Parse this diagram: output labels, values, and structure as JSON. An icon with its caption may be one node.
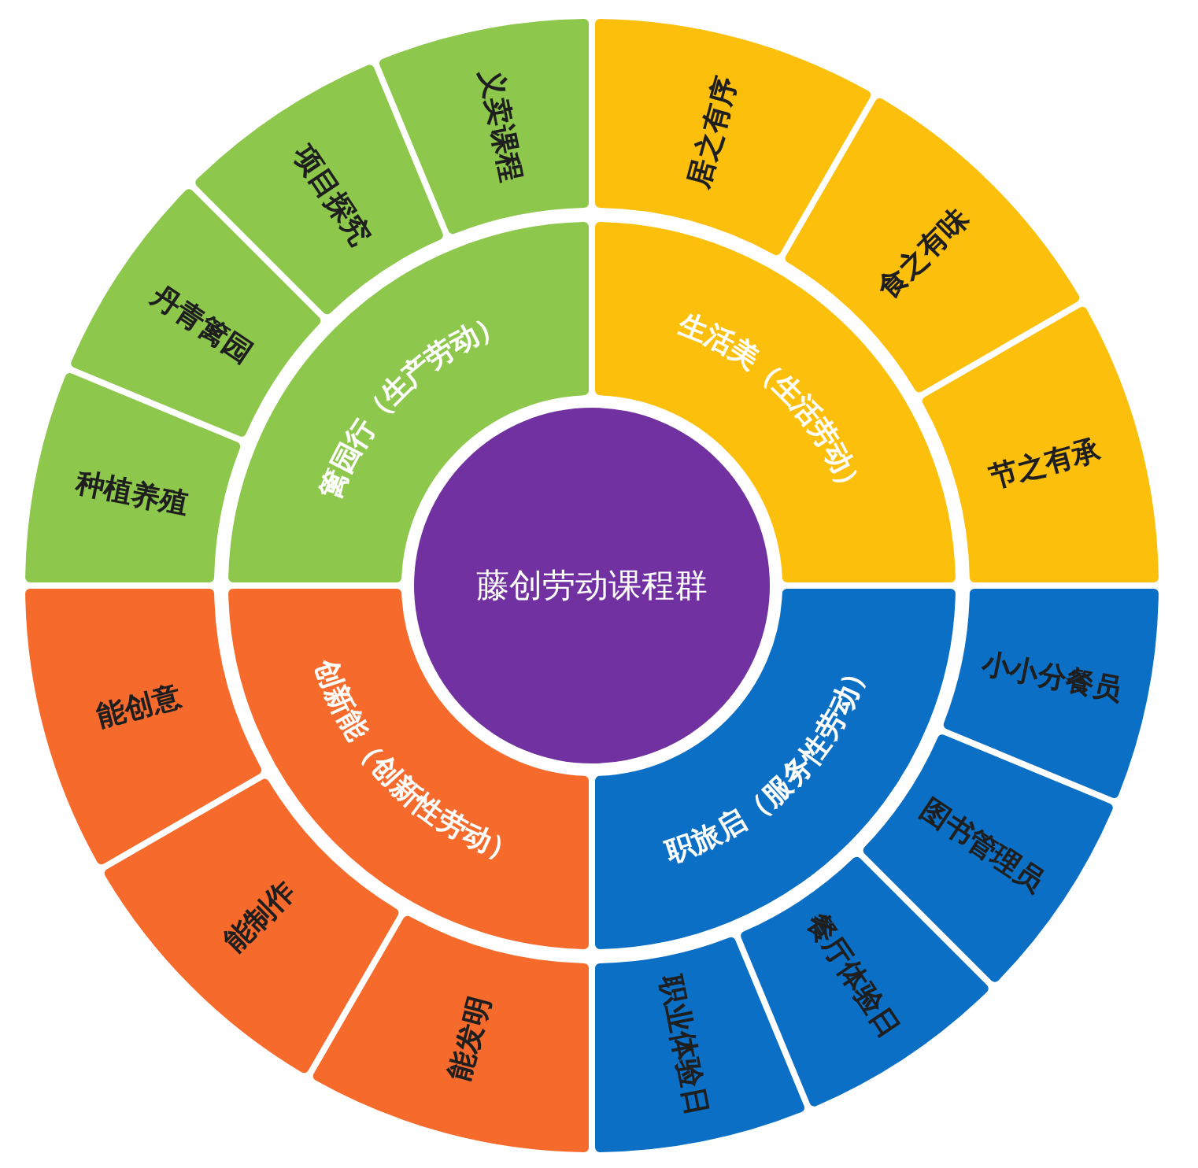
{
  "diagram": {
    "nodes": [
      {
        "text": [
          "藤创劳动课程群"
        ]
      },
      {
        "text": [
          "篱园行（生产劳动）"
        ]
      },
      {
        "text": [
          "生活美（生活劳动）"
        ]
      },
      {
        "text": [
          "职旅启（服务性劳动）"
        ]
      },
      {
        "text": [
          "创新能（创新性劳动）"
        ]
      },
      {
        "text": [
          "种植养殖"
        ]
      },
      {
        "text": [
          "丹青篱园"
        ]
      },
      {
        "text": [
          "项目探究"
        ]
      },
      {
        "text": [
          "义卖课程"
        ]
      },
      {
        "text": [
          "居之有序"
        ]
      },
      {
        "text": [
          "食之有味"
        ]
      },
      {
        "text": [
          "节之有承"
        ]
      },
      {
        "text": [
          "小小分餐员"
        ]
      },
      {
        "text": [
          "图书管理员"
        ]
      },
      {
        "text": [
          "餐厅体验日"
        ]
      },
      {
        "text": [
          "职业体验日"
        ]
      },
      {
        "text": [
          "能发明"
        ]
      },
      {
        "text": [
          "能制作"
        ]
      },
      {
        "text": [
          "能创意"
        ]
      }
    ]
  }
}
